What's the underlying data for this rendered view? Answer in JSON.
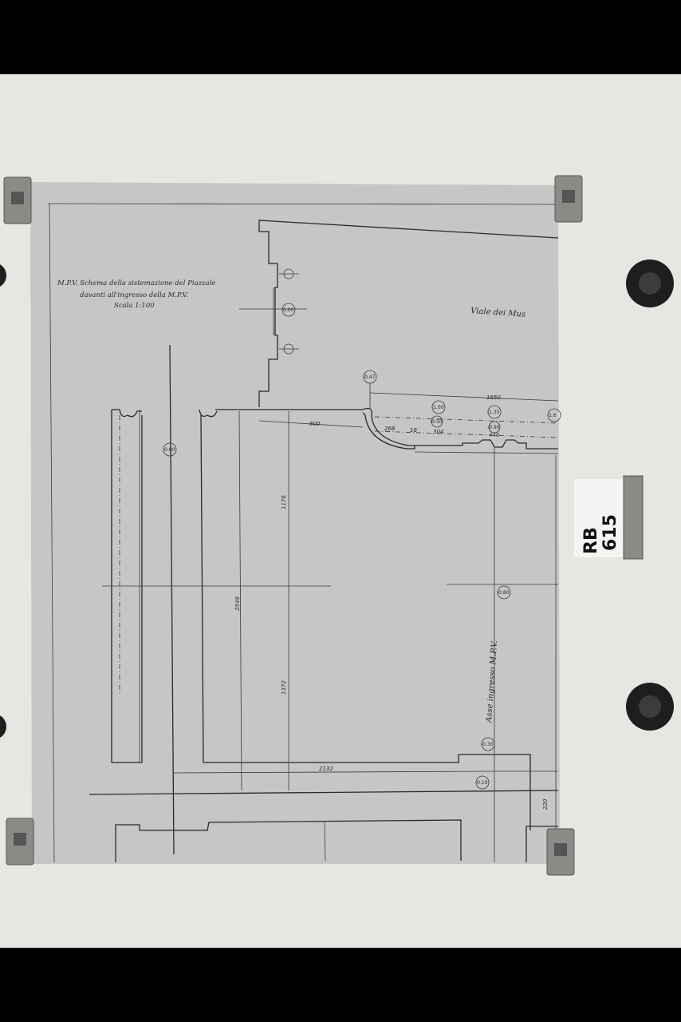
{
  "drawing": {
    "title_lines": [
      "M.P.V. Schema della sistemazione del Piazzale",
      "davanti all'ingresso della M.P.V.",
      "Scala 1:100"
    ],
    "street_label": "Viale dei Mus",
    "axis_label": "Asse ingresso M.P.V.",
    "dimensions": {
      "d1650": "1650",
      "d600": "600",
      "d268": "268",
      "d18": "18",
      "d304": "304",
      "d440": "440",
      "d1176": "1176",
      "d2548": "2548",
      "d1372": "1372",
      "d2132": "2132",
      "d220": "220"
    },
    "levels": {
      "l000a": "0.00",
      "l000b": "0.00",
      "l047": "-0.47",
      "l100": "-1.00",
      "l135": "-1.35",
      "l16": "-1.6",
      "l050": "-0.50",
      "l090": "-0.90",
      "l080": "-0.80",
      "l030": "-0.30",
      "l010": "-0.10"
    }
  },
  "archive_label": {
    "line1": "RB",
    "line2": "615"
  },
  "colors": {
    "paper": "#c6c6c4",
    "board": "#e6e6e3",
    "ink": "#2a2a2a",
    "frame": "#000000"
  }
}
